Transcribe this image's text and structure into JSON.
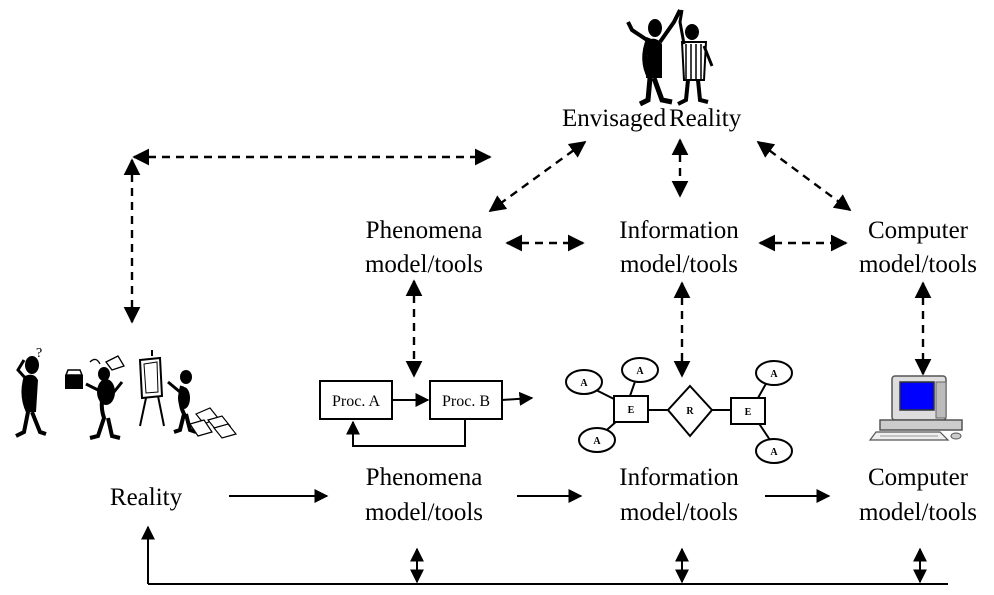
{
  "top": {
    "envisaged_word1": "Envisaged",
    "envisaged_word2": "Reality"
  },
  "middle_row": {
    "phenomena": [
      "Phenomena",
      "model/tools"
    ],
    "information": [
      "Information",
      "model/tools"
    ],
    "computer": [
      "Computer",
      "model/tools"
    ]
  },
  "bottom_row": {
    "reality": "Reality",
    "phenomena": [
      "Phenomena",
      "model/tools"
    ],
    "information": [
      "Information",
      "model/tools"
    ],
    "computer": [
      "Computer",
      "model/tools"
    ]
  },
  "process_diagram": {
    "box_a": "Proc. A",
    "box_b": "Proc. B"
  },
  "er_diagram": {
    "attribute": "A",
    "entity": "E",
    "relationship": "R"
  },
  "reality_figure_question_mark": "?",
  "icons": [
    "celebrating-people-icon",
    "reality-people-icon",
    "computer-icon"
  ]
}
